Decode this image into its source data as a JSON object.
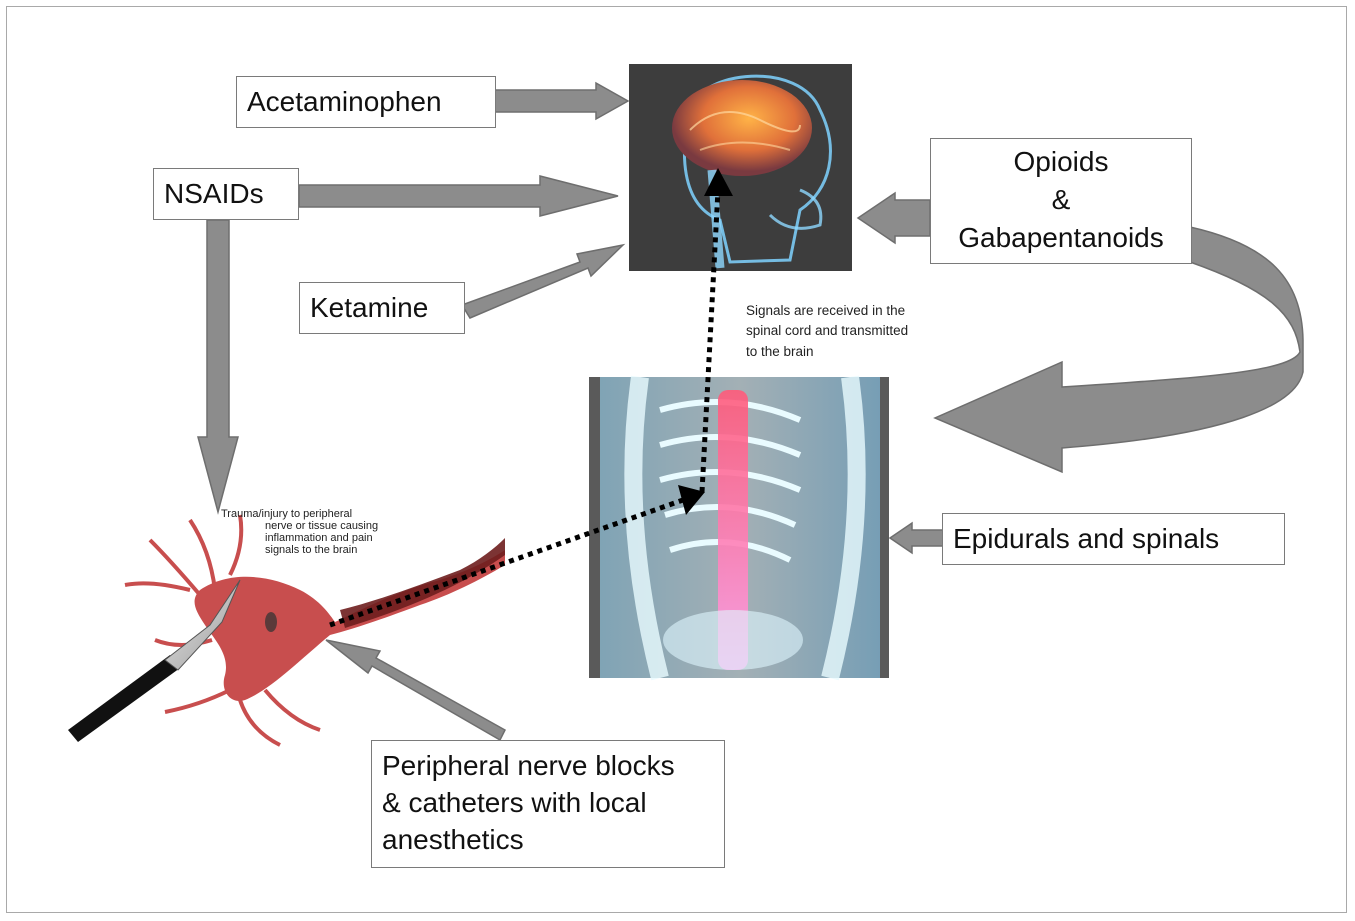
{
  "labels": {
    "acetaminophen": "Acetaminophen",
    "nsaids": "NSAIDs",
    "ketamine": "Ketamine",
    "opioids": "Opioids",
    "ampersand": "&",
    "gabapentanoids": "Gabapentanoids",
    "epidurals": "Epidurals and spinals",
    "peripheral_line1": "Peripheral nerve blocks",
    "peripheral_line2": "& catheters with local",
    "peripheral_line3": "anesthetics"
  },
  "annotations": {
    "spinal_line1": "Signals are received  in the",
    "spinal_line2": "spinal cord and transmitted",
    "spinal_line3": "to the brain",
    "trauma_line1": "Trauma/injury to peripheral",
    "trauma_line2": "nerve or tissue causing",
    "trauma_line3": "inflammation  and pain",
    "trauma_line4": "signals to the brain"
  },
  "colors": {
    "arrow_fill": "#8c8c8c",
    "arrow_stroke": "#6e6e6e",
    "brain_bg": "#3d3d3d",
    "spine_bg": "#5a5a5a",
    "neuron": "#c84e4e"
  }
}
